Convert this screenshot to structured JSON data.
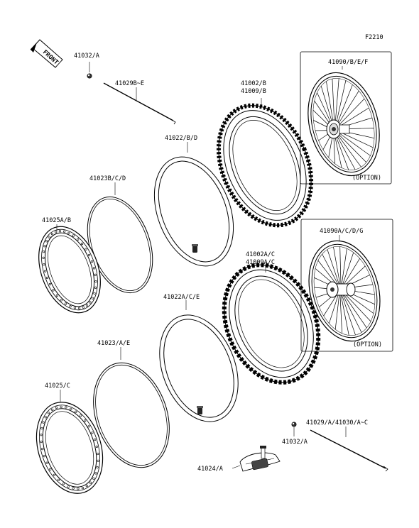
{
  "figure_code": "F2210",
  "front_label": "FRONT",
  "labels": {
    "cap_top": "41032/A",
    "spoke_top": "41029B~E",
    "tire_rear_a": "41002/B",
    "tire_rear_b": "41009/B",
    "wheel_rear": "41090/B/E/F",
    "option_rear": "(OPTION)",
    "tube_rear": "41022/B/D",
    "band_rear": "41023B/C/D",
    "rim_rear": "41025A/B",
    "tire_front_a": "41002A/C",
    "tire_front_b": "41009A/C",
    "wheel_front": "41090A/C/D/G",
    "option_front": "(OPTION)",
    "tube_front": "41022A/C/E",
    "band_front": "41023/A/E",
    "rim_front": "41025/C",
    "spoke_bottom": "41029/A/41030/A~C",
    "cap_bottom": "41032/A",
    "rim_lock": "41024/A"
  }
}
